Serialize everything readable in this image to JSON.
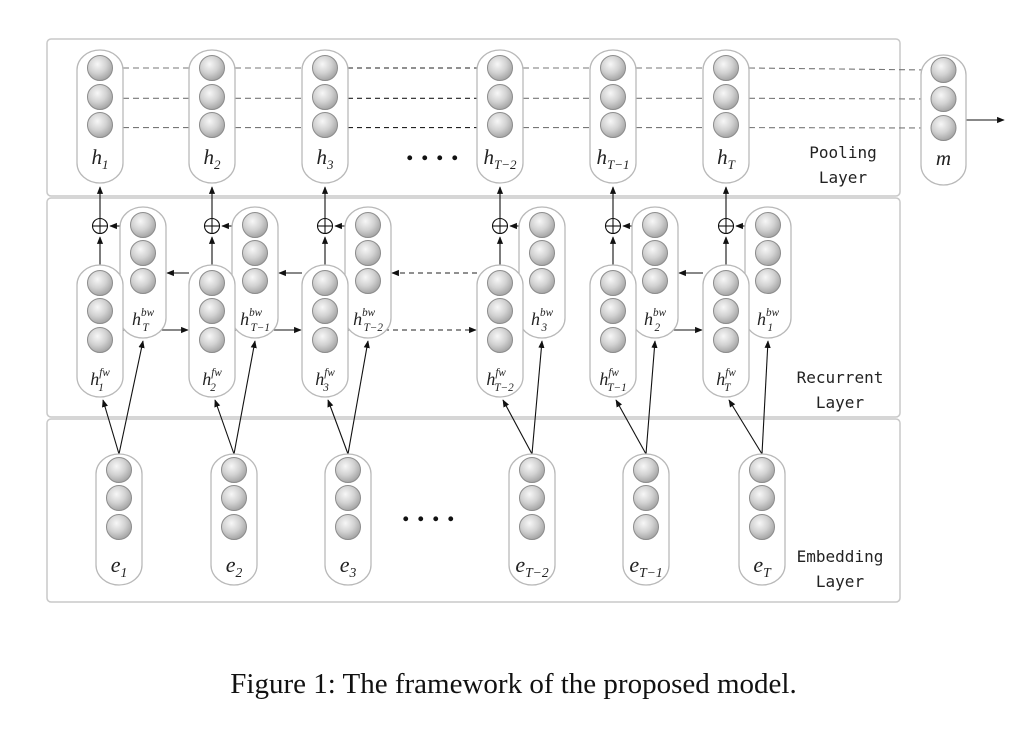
{
  "layers": {
    "pooling": [
      "Pooling",
      "Layer"
    ],
    "recurrent": [
      "Recurrent",
      "Layer"
    ],
    "embedding": [
      "Embedding",
      "Layer"
    ]
  },
  "pooling_nodes": [
    {
      "base": "h",
      "sub": "1"
    },
    {
      "base": "h",
      "sub": "2"
    },
    {
      "base": "h",
      "sub": "3"
    },
    {
      "base": "h",
      "sub": "T−2"
    },
    {
      "base": "h",
      "sub": "T−1"
    },
    {
      "base": "h",
      "sub": "T"
    }
  ],
  "forward_nodes": [
    {
      "base": "h",
      "sub": "1",
      "sup": "fw"
    },
    {
      "base": "h",
      "sub": "2",
      "sup": "fw"
    },
    {
      "base": "h",
      "sub": "3",
      "sup": "fw"
    },
    {
      "base": "h",
      "sub": "T−2",
      "sup": "fw"
    },
    {
      "base": "h",
      "sub": "T−1",
      "sup": "fw"
    },
    {
      "base": "h",
      "sub": "T",
      "sup": "fw"
    }
  ],
  "backward_nodes": [
    {
      "base": "h",
      "sub": "T",
      "sup": "bw"
    },
    {
      "base": "h",
      "sub": "T−1",
      "sup": "bw"
    },
    {
      "base": "h",
      "sub": "T−2",
      "sup": "bw"
    },
    {
      "base": "h",
      "sub": "3",
      "sup": "bw"
    },
    {
      "base": "h",
      "sub": "2",
      "sup": "bw"
    },
    {
      "base": "h",
      "sub": "1",
      "sup": "bw"
    }
  ],
  "embedding_nodes": [
    {
      "base": "e",
      "sub": "1"
    },
    {
      "base": "e",
      "sub": "2"
    },
    {
      "base": "e",
      "sub": "3"
    },
    {
      "base": "e",
      "sub": "T−2"
    },
    {
      "base": "e",
      "sub": "T−1"
    },
    {
      "base": "e",
      "sub": "T"
    }
  ],
  "output_node": {
    "base": "m",
    "sub": ""
  },
  "ellipsis": ". . . .",
  "combine_symbol": "⊕",
  "caption": "Figure 1: The framework of the proposed model."
}
